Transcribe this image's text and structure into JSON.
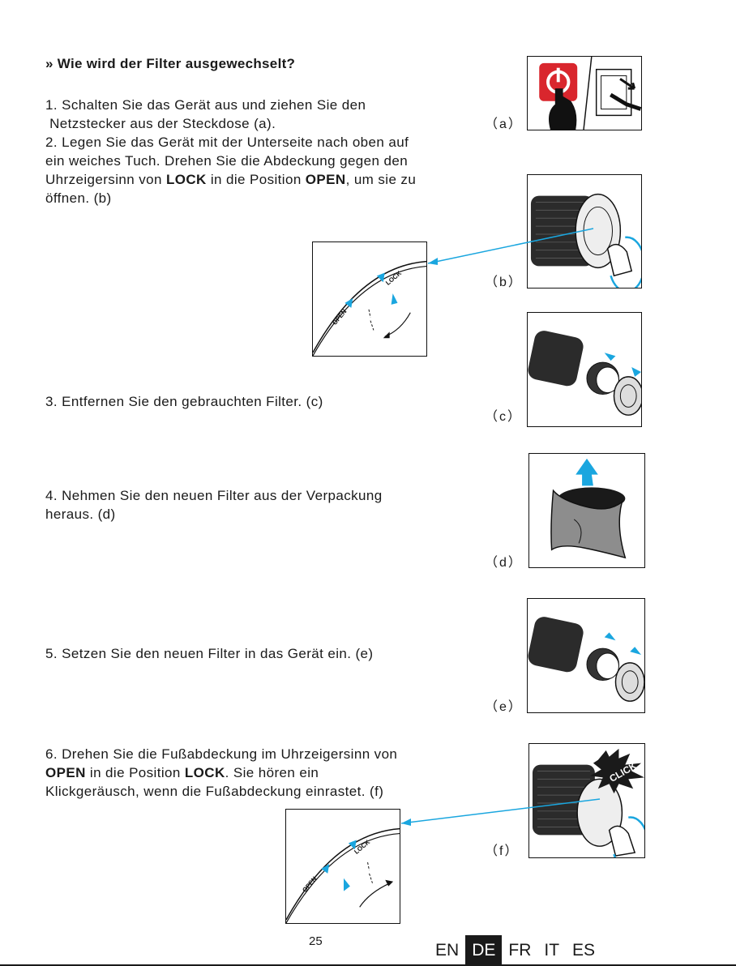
{
  "heading": "» Wie wird der Filter ausgewechselt?",
  "steps": [
    {
      "lines": [
        [
          "1. Schalten Sie das Gerät aus und ziehen Sie den"
        ],
        [
          " Netzstecker aus der Steckdose (a)."
        ]
      ]
    },
    {
      "lines": [
        [
          "2. Legen Sie das Gerät mit der Unterseite nach oben auf"
        ],
        [
          "ein weiches Tuch. Drehen Sie die Abdeckung gegen den"
        ],
        [
          "Uhrzeigersinn von ",
          {
            "b": "LOCK"
          },
          " in die Position ",
          {
            "b": "OPEN"
          },
          ", um sie zu"
        ],
        [
          "öffnen. (b)"
        ]
      ]
    },
    {
      "lines": [
        [
          "3. Entfernen Sie den gebrauchten Filter. (c)"
        ]
      ]
    },
    {
      "lines": [
        [
          "4. Nehmen Sie den neuen Filter aus der Verpackung"
        ],
        [
          "heraus. (d)"
        ]
      ]
    },
    {
      "lines": [
        [
          "5. Setzen Sie den neuen Filter in das Gerät ein. (e)"
        ]
      ]
    },
    {
      "lines": [
        [
          "6. Drehen Sie die Fußabdeckung im Uhrzeigersinn von"
        ],
        [
          {
            "b": "OPEN"
          },
          " in die Position ",
          {
            "b": "LOCK"
          },
          ". Sie hören ein"
        ],
        [
          "Klickgeräusch, wenn die Fußabdeckung einrastet. (f)"
        ]
      ]
    }
  ],
  "captions": {
    "a": "（a）",
    "b": "（b）",
    "c": "（c）",
    "d": "（d）",
    "e": "（e）",
    "f": "（f）"
  },
  "dial_labels": {
    "open": "OPEN",
    "lock": "LOCK"
  },
  "click_label": "CLICK",
  "page_number": "25",
  "languages": [
    {
      "code": "EN",
      "active": false
    },
    {
      "code": "DE",
      "active": true
    },
    {
      "code": "FR",
      "active": false
    },
    {
      "code": "IT",
      "active": false
    },
    {
      "code": "ES",
      "active": false
    }
  ],
  "colors": {
    "accent_blue": "#1aa6df",
    "power_red": "#d9262d",
    "text": "#1a1a1a"
  }
}
